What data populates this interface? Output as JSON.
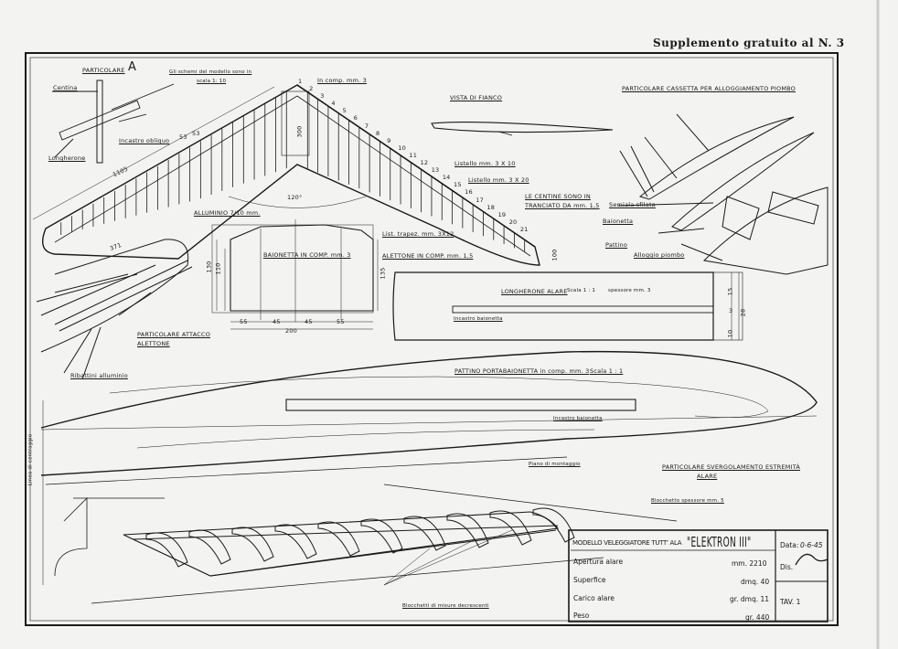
{
  "header": {
    "title": "Supplemento gratuito al N. 3"
  },
  "detail_a": {
    "title": "PARTICOLARE",
    "letter": "A",
    "centina": "Centina",
    "incastro": "Incastro obliquo",
    "longherone": "Longherone"
  },
  "scale_note": {
    "line1": "Gli schemi del modello sono in",
    "line2": "scala 1: 10"
  },
  "planform": {
    "in_comp": "In comp. mm. 3",
    "dim_1105": "1105",
    "dim_53a": "53",
    "dim_53b": "53",
    "dim_300": "300",
    "angle": "120°",
    "dim_371": "371",
    "dim_100": "100",
    "listello_3x10": "Listello mm. 3 X 10",
    "listello_3x20": "Listello mm. 3 X 20",
    "list_trapez": "List. trapez. mm. 3X12",
    "alettone": "ALETTONE IN COMP. mm. 1,5",
    "alluminio": "ALLUMINIO 7/10 mm.",
    "rib_numbers": [
      "1",
      "2",
      "3",
      "4",
      "5",
      "6",
      "7",
      "8",
      "9",
      "10",
      "11",
      "12",
      "13",
      "14",
      "15",
      "16",
      "17",
      "18",
      "19",
      "20",
      "21"
    ]
  },
  "side_view": {
    "title": "VISTA DI FIANCO"
  },
  "centine_note": {
    "line1": "LE CENTINE SONO IN",
    "line2": "TRANCIATO DA mm. 1,5"
  },
  "cassetta": {
    "title": "PARTICOLARE CASSETTA PER ALLOGGIAMENTO PIOMBO",
    "semiala": "Semiala sfilata",
    "baionetta": "Baionetta",
    "pattino": "Pattino",
    "alloggio": "Alloggio piombo"
  },
  "attacco": {
    "line1": "PARTICOLARE ATTACCO",
    "line2": "ALETTONE",
    "ribattini": "Ribattini alluminio"
  },
  "bayonet": {
    "title": "BAIONETTA IN COMP. mm. 3",
    "dim_130": "130",
    "dim_110": "110",
    "dim_135": "135",
    "dim_55a": "55",
    "dim_45a": "45",
    "dim_45b": "45",
    "dim_55b": "55",
    "dim_200": "200"
  },
  "spar": {
    "title": "LONGHERONE ALARE",
    "scale": "Scala 1 : 1",
    "thickness": "spessore mm. 3",
    "incastro": "Incastro baionetta",
    "dim_15": "15",
    "dim_3": "3",
    "dim_10": "10",
    "dim_28": "28"
  },
  "skid": {
    "title": "PATTINO PORTABAIONETTA in comp. mm. 3",
    "scale": "Scala 1 : 1",
    "incastro": "Incastro baionetta",
    "linea": "Linea di centraggio"
  },
  "twist": {
    "piano": "Piano di montaggio",
    "title1": "PARTICOLARE SVERGOLAMENTO ESTREMITÀ",
    "title2": "ALARE",
    "blocchetto": "Blocchetto spessore mm. 5",
    "blocchetti": "Blocchetti di misure decrescenti"
  },
  "title_block": {
    "model": "MODELLO VELEGGIATORE TUTT' ALA",
    "name": "\"ELEKTRON III\"",
    "data_label": "Data:",
    "data_value": "0-6-45",
    "dis_label": "Dis.",
    "tav": "TAV. 1",
    "rows": [
      {
        "label": "Apertura alare",
        "value": "mm. 2210"
      },
      {
        "label": "Superfice",
        "value": "dmq. 40"
      },
      {
        "label": "Carico alare",
        "value": "gr. dmq. 11"
      },
      {
        "label": "Peso",
        "value": "gr. 440"
      }
    ]
  }
}
